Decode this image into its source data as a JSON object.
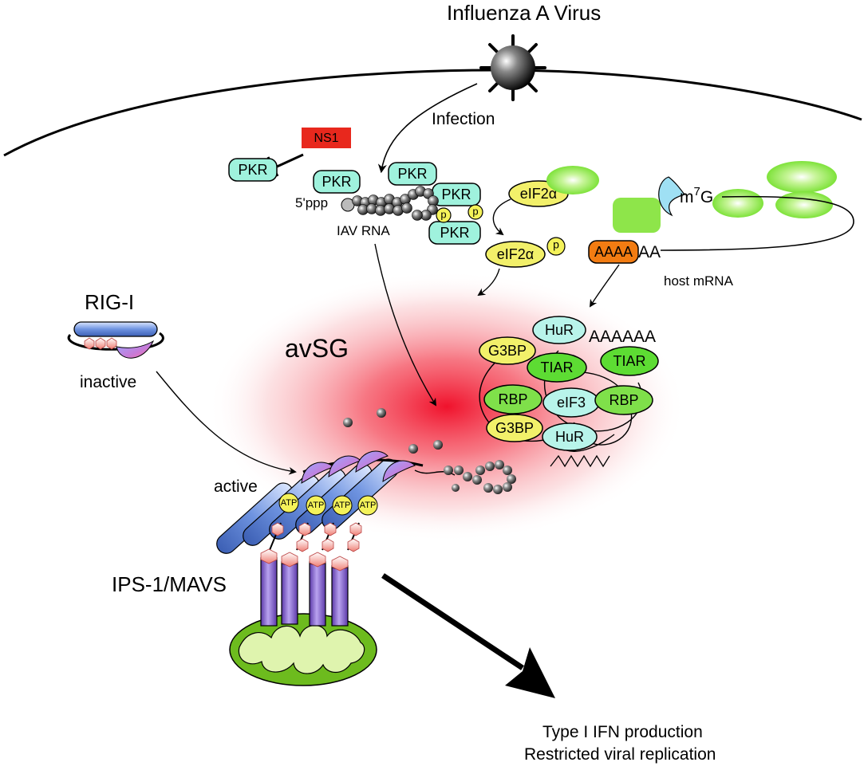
{
  "labels": {
    "virus": "Influenza A Virus",
    "infection": "Infection",
    "ns1": "NS1",
    "five_ppp": "5'ppp",
    "iav_rna": "IAV RNA",
    "host_mrna": "host mRNA",
    "m7g_m": "m",
    "m7g_sup": "7",
    "m7g_g": "G",
    "aaaa_box": "AAAA",
    "aaaa_tail": "AA",
    "avsg": "avSG",
    "stress_polyA": "AAAAAA",
    "rig_i": "RIG-I",
    "inactive": "inactive",
    "active": "active",
    "mavs": "IPS-1/MAVS",
    "outcome_1": "Type I IFN production",
    "outcome_2": "Restricted viral replication"
  },
  "proteins": {
    "pkr": "PKR",
    "eif2a": "eIF2α",
    "p": "p",
    "hur": "HuR",
    "g3bp": "G3BP",
    "tiar": "TIAR",
    "rbp": "RBP",
    "eif3": "eIF3",
    "atp": "ATP"
  },
  "colors": {
    "pkr_fill": "#9ff2dd",
    "eif2a_fill": "#f2f06a",
    "phospho_fill": "#f4f25a",
    "ns1_fill": "#e8281d",
    "green_ribosome": "#8ee54a",
    "tiar_fill": "#5ddc33",
    "rbp_fill": "#7fe04a",
    "polyA_fill": "#f27c12",
    "avsg_glow": "#f2102a",
    "rig_bar": "#6e93e0",
    "mavs_bar": "#8a63d6",
    "mito_outer": "#6dbb1e",
    "mito_inner": "#dff4ae"
  }
}
